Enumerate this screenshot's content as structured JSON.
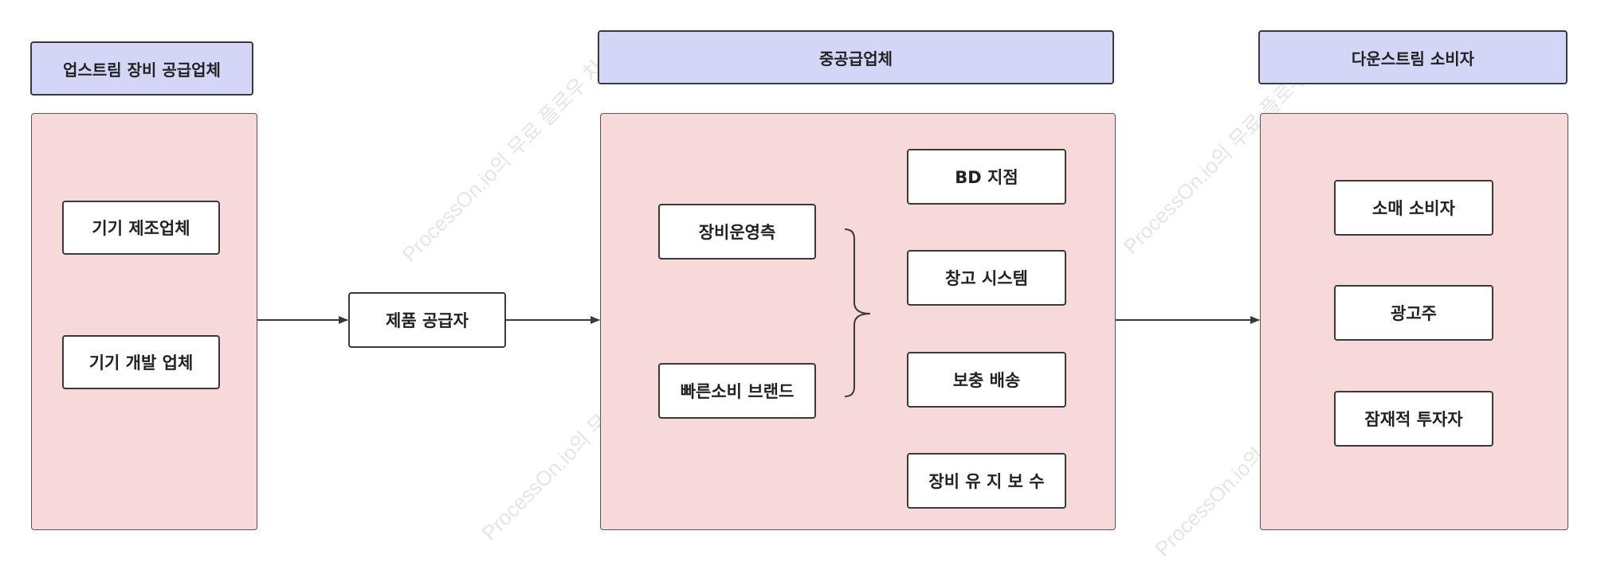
{
  "headers": {
    "upstream": "업스트림 장비 공급업체",
    "midstream": "중공급업체",
    "downstream": "다운스트림 소비자"
  },
  "upstream_nodes": [
    "기기 제조업체",
    "기기 개발 업체"
  ],
  "supplier_node": "제품 공급자",
  "midstream_left": [
    "장비운영측",
    "빠른소비 브랜드"
  ],
  "midstream_right": [
    "BD 지점",
    "창고 시스템",
    "보충 배송",
    "장비 유 지 보 수"
  ],
  "downstream_nodes": [
    "소매 소비자",
    "광고주",
    "잠재적 투자자"
  ],
  "watermark": "ProcessOn.io의 무료 플로우 차트",
  "colors": {
    "header_fill": "#d4d6f7",
    "panel_fill": "#f8d9d9",
    "node_fill": "#ffffff",
    "stroke": "#3a3a3a"
  }
}
